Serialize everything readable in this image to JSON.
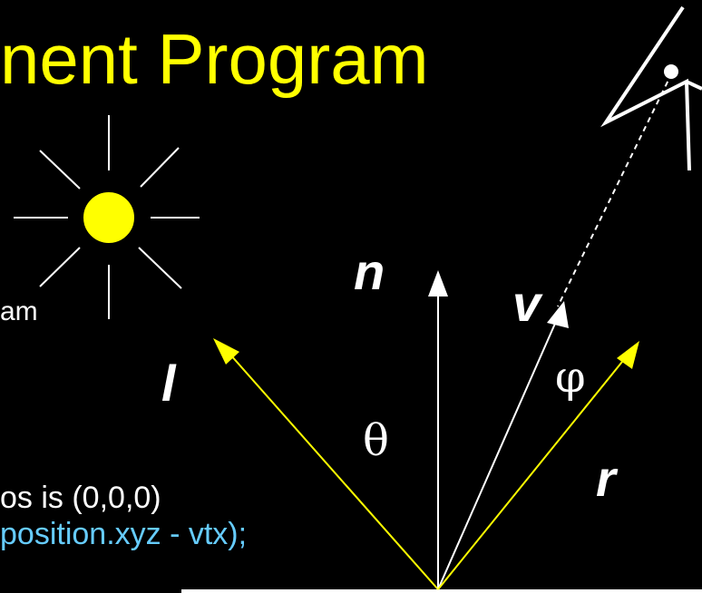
{
  "title": "nent Program",
  "text_fragments": {
    "am": "am",
    "os": "os is (0,0,0)",
    "position": "position.xyz - vtx);"
  },
  "labels": {
    "n": "n",
    "l": "l",
    "v": "v",
    "r": "r",
    "theta": "θ",
    "phi": "φ"
  },
  "colors": {
    "background": "#000000",
    "title": "#ffff00",
    "light_vectors": "#ffff00",
    "normal_vectors": "#ffffff",
    "code": "#66ccff",
    "sun": "#ffff00"
  }
}
